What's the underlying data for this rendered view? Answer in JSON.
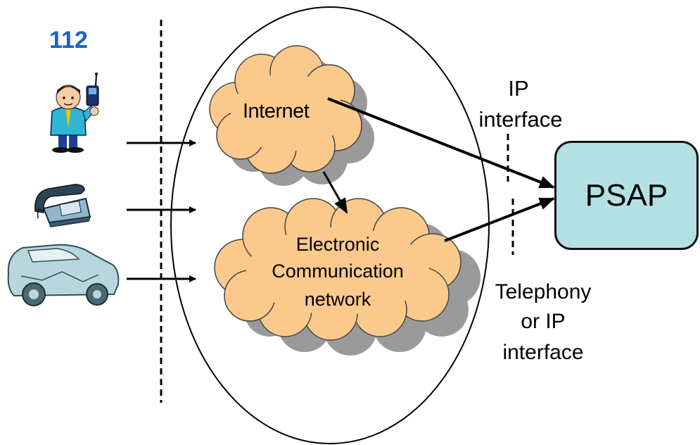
{
  "diagram": {
    "emergency_number": "112",
    "nodes": {
      "internet": "Internet",
      "ecn_line1": "Electronic",
      "ecn_line2": "Communication",
      "ecn_line3": "network",
      "psap": "PSAP"
    },
    "interfaces": {
      "ip_line1": "IP",
      "ip_line2": "interface",
      "tel_line1": "Telephony",
      "tel_line2": "or IP",
      "tel_line3": "interface"
    },
    "callers": [
      "person-with-mobile-phone-icon",
      "desk-telephone-icon",
      "crashed-car-icon"
    ],
    "colors": {
      "cloud_fill": "#fbc98c",
      "cloud_shadow": "#9a9a9a",
      "psap_fill": "#b3e0e3",
      "emergency_number": "#1a5fd6"
    }
  }
}
